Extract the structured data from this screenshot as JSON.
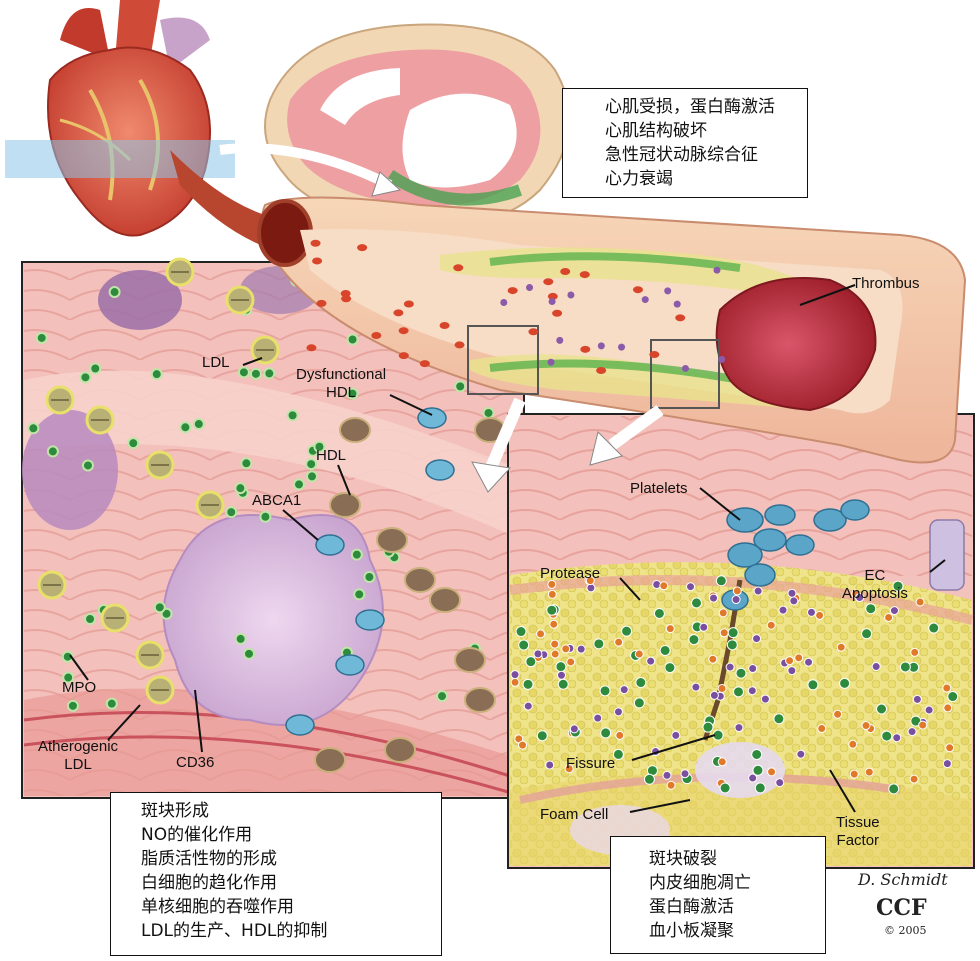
{
  "callouts": {
    "top": [
      "心肌受损，蛋白酶激活",
      "心肌结构破坏",
      "急性冠状动脉综合征",
      "心力衰竭"
    ],
    "bottom_left": [
      "斑块形成",
      "NO的催化作用",
      "脂质活性物的形成",
      "白细胞的趋化作用",
      "单核细胞的吞噬作用",
      "LDL的生产、HDL的抑制"
    ],
    "bottom_right": [
      "斑块破裂",
      "内皮细胞凋亡",
      "蛋白酶激活",
      "血小板凝聚"
    ]
  },
  "labels": {
    "thrombus": "Thrombus",
    "ldl": "LDL",
    "dysfunctional_hdl": [
      "Dysfunctional",
      "HDL"
    ],
    "hdl": "HDL",
    "abca1": "ABCA1",
    "mpo": "MPO",
    "atherogenic_ldl": [
      "Atherogenic",
      "LDL"
    ],
    "cd36": "CD36",
    "platelets": "Platelets",
    "protease": "Protease",
    "ec_apoptosis": [
      "EC",
      "Apoptosis"
    ],
    "fissure": "Fissure",
    "foam_cell": "Foam Cell",
    "tissue_factor": [
      "Tissue",
      "Factor"
    ]
  },
  "signature": {
    "name": "D. Schmidt",
    "org": "CCF",
    "year": "© 2005"
  },
  "colors": {
    "tissue_pink": "#f2b8b2",
    "vessel_wall": "#f5c7a8",
    "thrombus": "#b3242e",
    "mpo_green": "#2e8b3e",
    "plaque_yellow": "#e9e07a",
    "platelet_blue": "#5aa5c8"
  }
}
